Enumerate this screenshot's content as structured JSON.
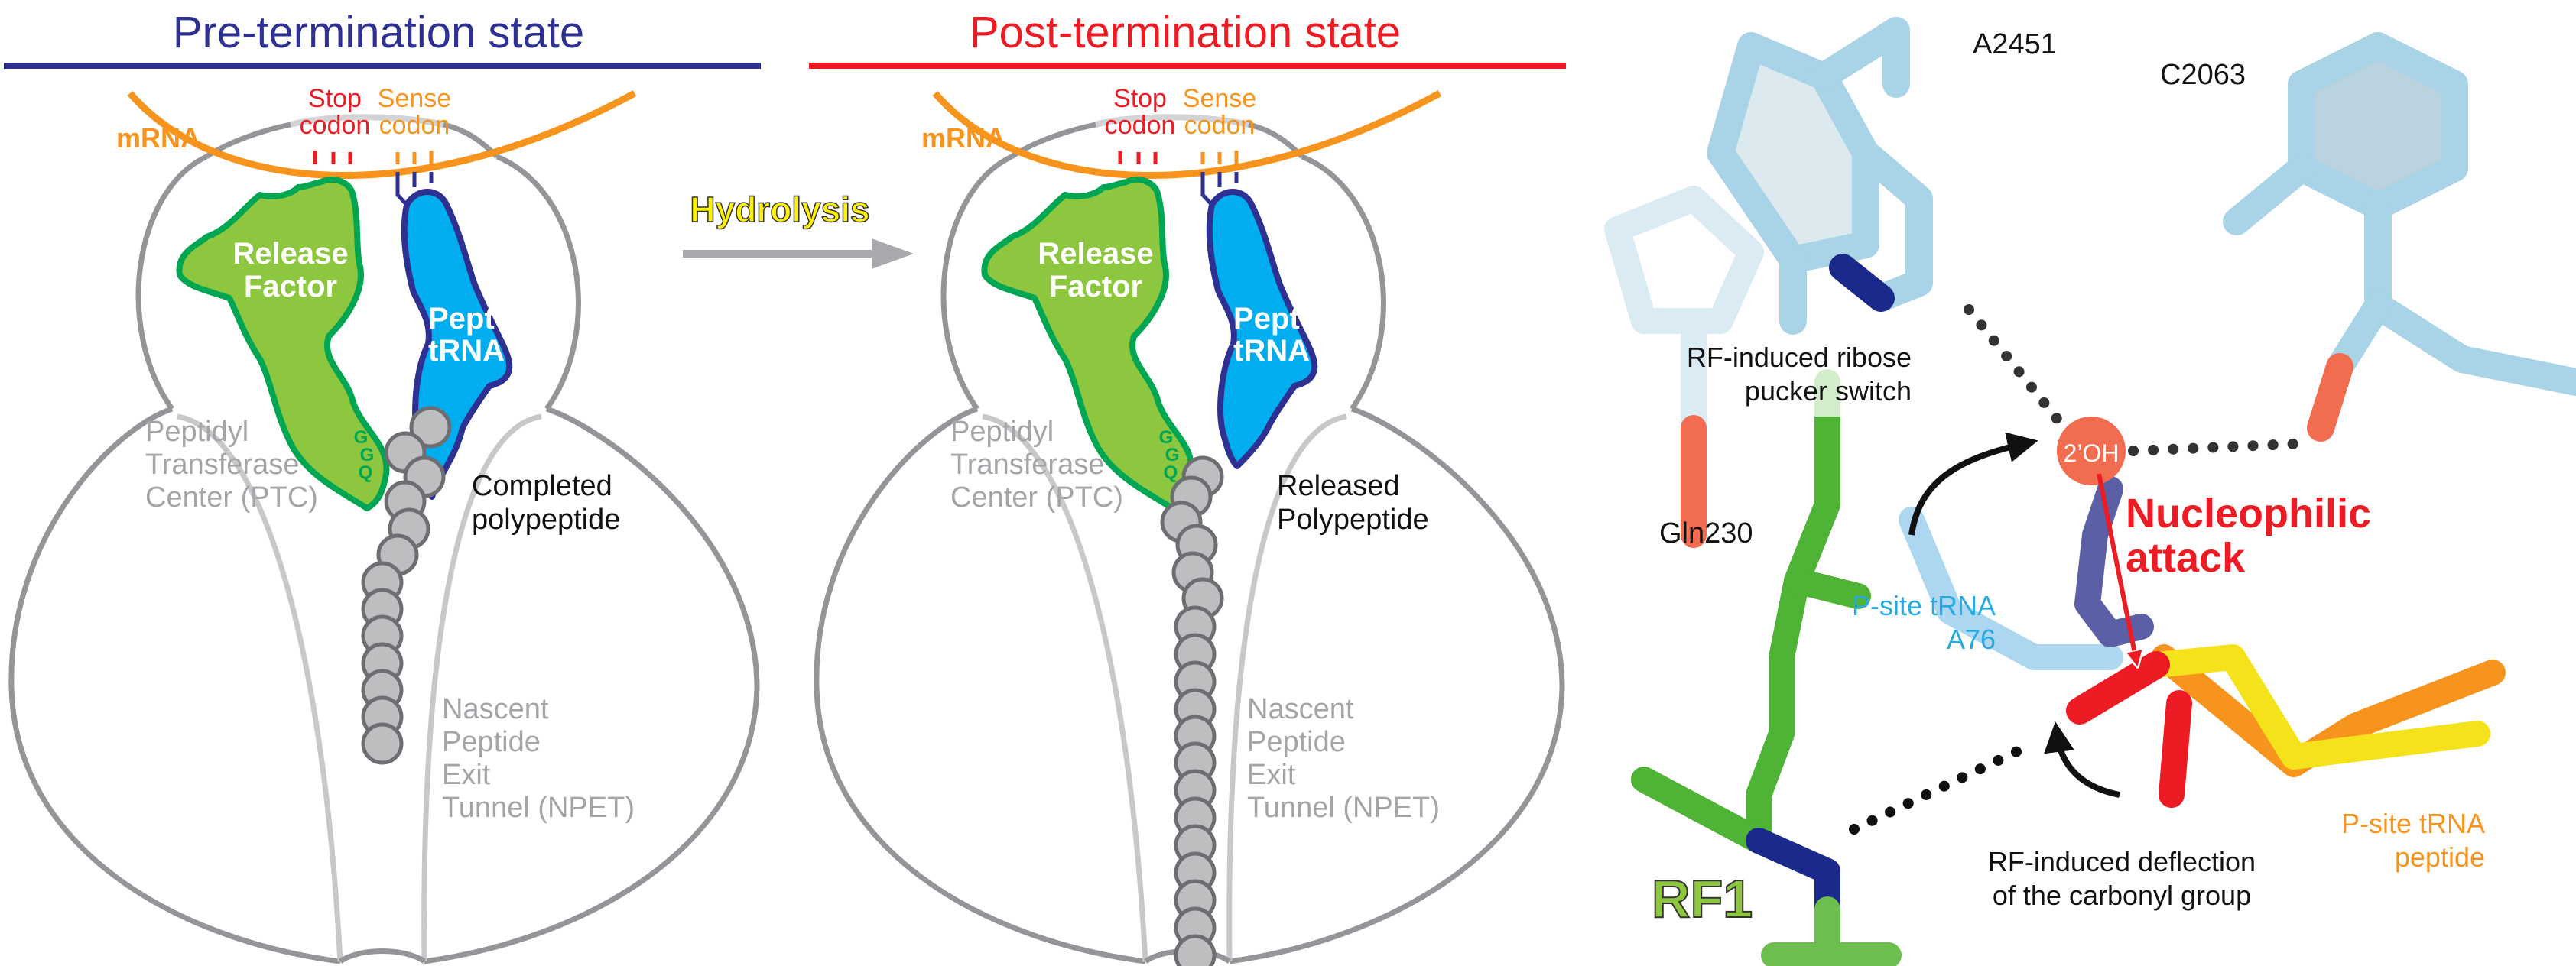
{
  "colors": {
    "pre_title": "#2e3192",
    "post_title": "#ed1c24",
    "mrna": "#f7941d",
    "stop": "#ed1c24",
    "release_factor_fill": "#8dc63f",
    "release_factor_edge": "#00a651",
    "trna_fill": "#00aeef",
    "trna_edge": "#2e3192",
    "hydrolysis_text": "#fff200",
    "arrow_gray": "#a7a9ac",
    "rna_light_blue": "#a9d3e6",
    "oxygen": "#f26c4f",
    "nitrogen": "#1b2a8a",
    "rf1_green": "#4fb336",
    "peptide_yellow": "#f4e21a",
    "peptide_orange": "#f7941d",
    "nucleophilic_red": "#ed1c24"
  },
  "panels": [
    {
      "id": "pre",
      "title": "Pre-termination state",
      "mrna_label": "mRNA",
      "stop_codon": [
        "Stop",
        "codon"
      ],
      "sense_codon": [
        "Sense",
        "codon"
      ],
      "release_factor": [
        "Release",
        "Factor"
      ],
      "ggq": [
        "G",
        "G",
        "Q"
      ],
      "trna": [
        "Pept-",
        "tRNA"
      ],
      "ptc": [
        "Peptidyl",
        "Transferase",
        "Center (PTC)"
      ],
      "polypeptide": [
        "Completed",
        "polypeptide"
      ],
      "npet": [
        "Nascent",
        "Peptide",
        "Exit",
        "Tunnel (NPET)"
      ]
    },
    {
      "id": "post",
      "title": "Post-termination state",
      "mrna_label": "mRNA",
      "stop_codon": [
        "Stop",
        "codon"
      ],
      "sense_codon": [
        "Sense",
        "codon"
      ],
      "release_factor": [
        "Release",
        "Factor"
      ],
      "ggq": [
        "G",
        "G",
        "Q"
      ],
      "trna": [
        "Pept-",
        "tRNA"
      ],
      "ptc": [
        "Peptidyl",
        "Transferase",
        "Center (PTC)"
      ],
      "polypeptide": [
        "Released",
        "Polypeptide"
      ],
      "npet": [
        "Nascent",
        "Peptide",
        "Exit",
        "Tunnel (NPET)"
      ]
    }
  ],
  "transition": {
    "label": "Hydrolysis"
  },
  "structure": {
    "residues": {
      "a2451": "A2451",
      "c2063": "C2063",
      "gln230": "Gln230",
      "rf1": "RF1",
      "oh": "2’OH",
      "ptrna_a76": [
        "P-site tRNA",
        "A76"
      ],
      "ptrna_peptide": [
        "P-site tRNA",
        "peptide"
      ]
    },
    "annotations": {
      "ribose": [
        "RF-induced ribose",
        "pucker switch"
      ],
      "nucleophilic": [
        "Nucleophilic",
        "attack"
      ],
      "deflection": [
        "RF-induced deflection",
        "of the carbonyl group"
      ]
    }
  }
}
